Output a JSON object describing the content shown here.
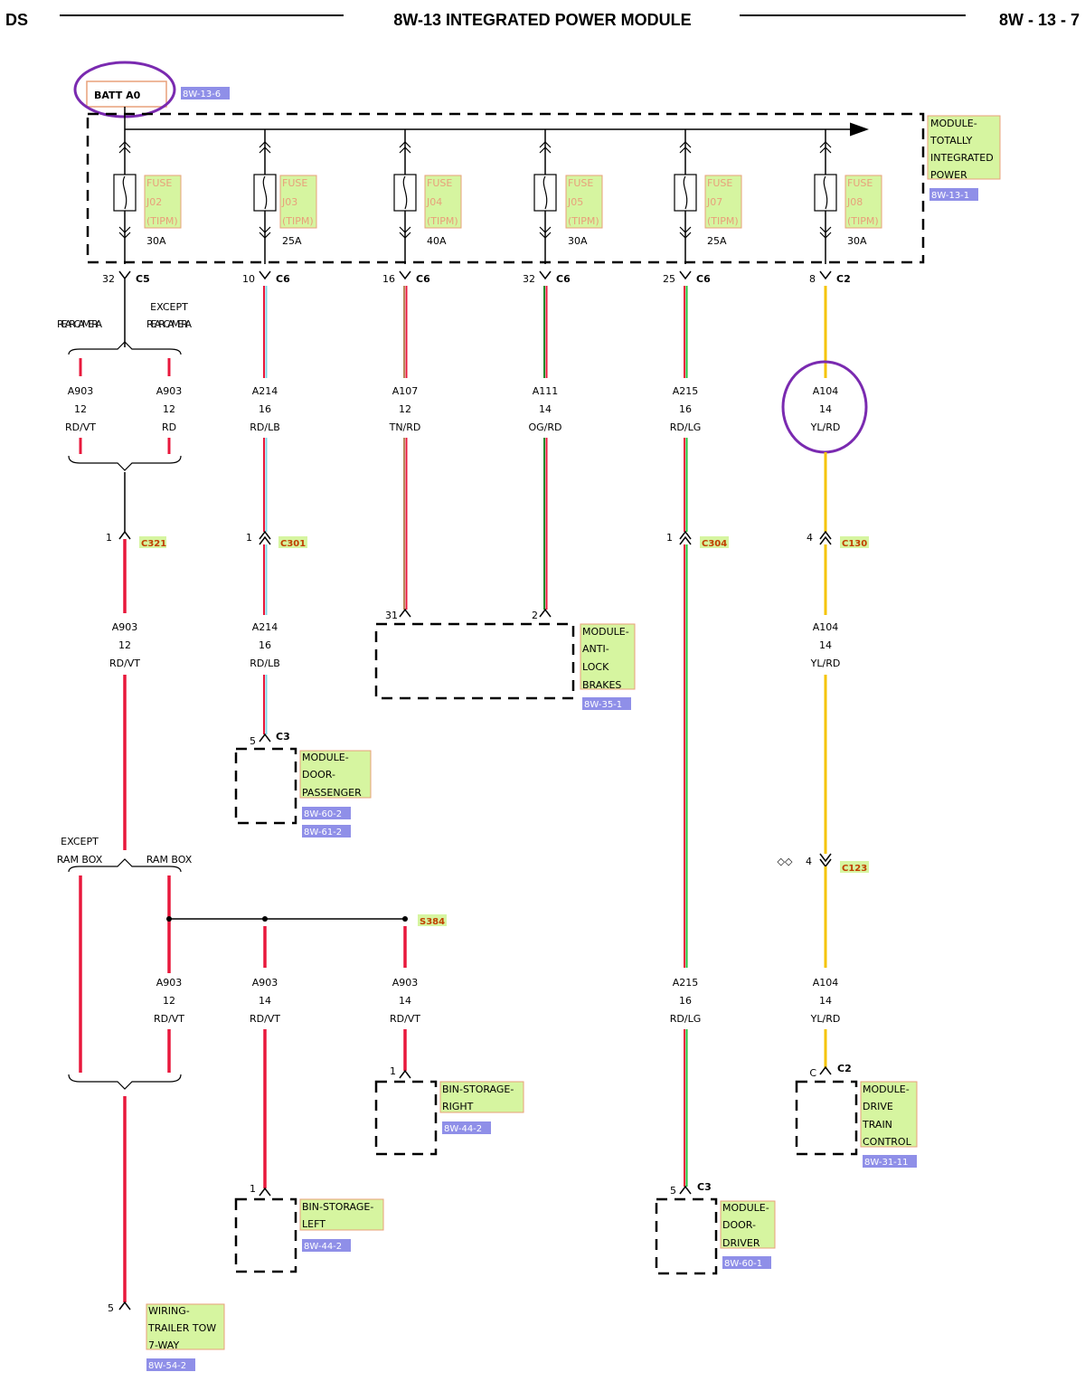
{
  "header": {
    "left": "DS",
    "title": "8W-13 INTEGRATED POWER MODULE",
    "right": "8W - 13 - 7"
  },
  "battery": {
    "label": "BATT A0",
    "ref": "8W-13-6"
  },
  "tipm": {
    "lines": [
      "MODULE-",
      "TOTALLY",
      "INTEGRATED",
      "POWER"
    ],
    "ref": "8W-13-1"
  },
  "fuses": [
    {
      "l1": "FUSE",
      "l2": "J02",
      "l3": "(TIPM)",
      "amps": "30A"
    },
    {
      "l1": "FUSE",
      "l2": "J03",
      "l3": "(TIPM)",
      "amps": "25A"
    },
    {
      "l1": "FUSE",
      "l2": "J04",
      "l3": "(TIPM)",
      "amps": "40A"
    },
    {
      "l1": "FUSE",
      "l2": "J05",
      "l3": "(TIPM)",
      "amps": "30A"
    },
    {
      "l1": "FUSE",
      "l2": "J07",
      "l3": "(TIPM)",
      "amps": "25A"
    },
    {
      "l1": "FUSE",
      "l2": "J08",
      "l3": "(TIPM)",
      "amps": "30A"
    }
  ],
  "top_connectors": [
    {
      "pin": "32",
      "name": "C5"
    },
    {
      "pin": "10",
      "name": "C6"
    },
    {
      "pin": "16",
      "name": "C6"
    },
    {
      "pin": "32",
      "name": "C6"
    },
    {
      "pin": "25",
      "name": "C6"
    },
    {
      "pin": "8",
      "name": "C2"
    }
  ],
  "options": {
    "rear_camera": "REAR CAMERA",
    "except_line1": "EXCEPT",
    "except_rear_camera": "REAR CAMERA",
    "except_ram_box_line1": "EXCEPT",
    "except_ram_box_line2": "RAM BOX",
    "ram_box": "RAM BOX"
  },
  "wires": {
    "w1": {
      "circuit": "A903",
      "gauge": "12",
      "color": "RD/VT"
    },
    "w2": {
      "circuit": "A903",
      "gauge": "12",
      "color": "RD"
    },
    "w3": {
      "circuit": "A214",
      "gauge": "16",
      "color": "RD/LB"
    },
    "w4": {
      "circuit": "A107",
      "gauge": "12",
      "color": "TN/RD"
    },
    "w5": {
      "circuit": "A111",
      "gauge": "14",
      "color": "OG/RD"
    },
    "w6": {
      "circuit": "A215",
      "gauge": "16",
      "color": "RD/LG"
    },
    "w7": {
      "circuit": "A104",
      "gauge": "14",
      "color": "YL/RD"
    },
    "w8": {
      "circuit": "A903",
      "gauge": "12",
      "color": "RD/VT"
    },
    "w9": {
      "circuit": "A214",
      "gauge": "16",
      "color": "RD/LB"
    },
    "w10": {
      "circuit": "A104",
      "gauge": "14",
      "color": "YL/RD"
    },
    "w11": {
      "circuit": "A903",
      "gauge": "12",
      "color": "RD/VT"
    },
    "w12": {
      "circuit": "A903",
      "gauge": "14",
      "color": "RD/VT"
    },
    "w13": {
      "circuit": "A903",
      "gauge": "14",
      "color": "RD/VT"
    },
    "w14": {
      "circuit": "A215",
      "gauge": "16",
      "color": "RD/LG"
    },
    "w15": {
      "circuit": "A104",
      "gauge": "14",
      "color": "YL/RD"
    }
  },
  "mid_connectors": {
    "c321": {
      "pin": "1",
      "name": "C321"
    },
    "c301": {
      "pin": "1",
      "name": "C301"
    },
    "c304": {
      "pin": "1",
      "name": "C304"
    },
    "c130": {
      "pin": "4",
      "name": "C130"
    },
    "c123": {
      "pin": "4",
      "name": "C123",
      "mark": "◇◇"
    },
    "splice": "S384"
  },
  "components": {
    "abs": {
      "pin_a": "31",
      "pin_b": "2",
      "lines": [
        "MODULE-",
        "ANTI-",
        "LOCK",
        "BRAKES"
      ],
      "ref": "8W-35-1"
    },
    "door_pass": {
      "pin": "5",
      "conn": "C3",
      "lines": [
        "MODULE-",
        "DOOR-",
        "PASSENGER"
      ],
      "ref1": "8W-60-2",
      "ref2": "8W-61-2"
    },
    "bin_right": {
      "pin": "1",
      "lines": [
        "BIN-STORAGE-",
        "RIGHT"
      ],
      "ref": "8W-44-2"
    },
    "bin_left": {
      "pin": "1",
      "lines": [
        "BIN-STORAGE-",
        "LEFT"
      ],
      "ref": "8W-44-2"
    },
    "door_driver": {
      "pin": "5",
      "conn": "C3",
      "lines": [
        "MODULE-",
        "DOOR-",
        "DRIVER"
      ],
      "ref": "8W-60-1"
    },
    "pcm": {
      "pin": "C",
      "conn": "C2",
      "lines": [
        "MODULE-",
        "DRIVE",
        "TRAIN",
        "CONTROL"
      ],
      "ref": "8W-31-11"
    },
    "trailer": {
      "pin": "5",
      "lines": [
        "WIRING-",
        "TRAILER TOW",
        "7-WAY"
      ],
      "ref": "8W-54-2"
    }
  },
  "colors": {
    "red": "#e8183c",
    "yellow": "#f5c400",
    "tan": "#b8865a",
    "orange": "#e8741a",
    "green": "#1f8a2a",
    "lightblue": "#7fd7e8",
    "lightgreen": "#22c03a",
    "violet": "#7a2ab0",
    "label_bg": "#d6f5a0",
    "label_border": "#e8a07a",
    "ref_bg": "#8f8fe8"
  }
}
